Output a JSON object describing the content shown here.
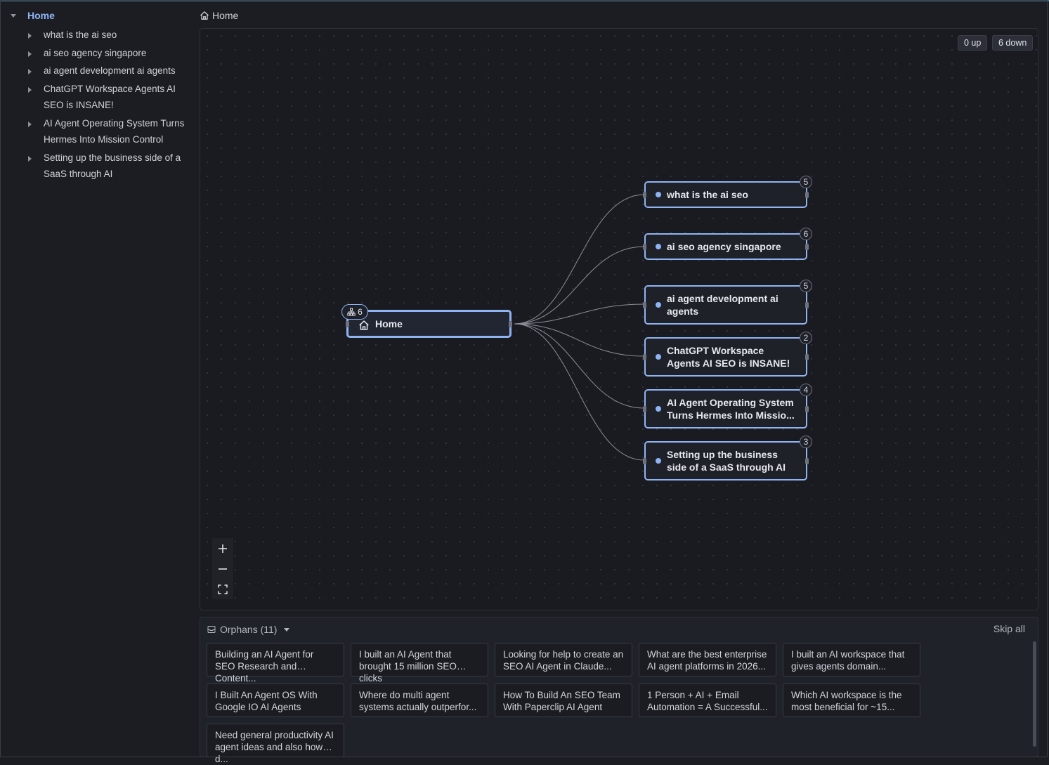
{
  "sidebar": {
    "root_label": "Home",
    "items": [
      {
        "label": "what is the ai seo"
      },
      {
        "label": "ai seo agency singapore"
      },
      {
        "label": "ai agent development ai agents"
      },
      {
        "label": "ChatGPT Workspace Agents AI SEO is INSANE!"
      },
      {
        "label": "AI Agent Operating System Turns Hermes Into Mission Control"
      },
      {
        "label": "Setting up the business side of a SaaS through AI"
      }
    ]
  },
  "breadcrumb": {
    "label": "Home",
    "icon": "home-icon"
  },
  "canvas": {
    "up_label": "0 up",
    "down_label": "6 down",
    "home": {
      "label": "Home",
      "child_count": "6",
      "icon": "home-icon"
    },
    "children": [
      {
        "label": "what is the ai seo",
        "count": "5"
      },
      {
        "label": "ai seo agency singapore",
        "count": "6"
      },
      {
        "label": "ai agent development ai agents",
        "count": "5"
      },
      {
        "label": "ChatGPT Workspace Agents AI SEO is INSANE!",
        "count": "2"
      },
      {
        "label": "AI Agent Operating System Turns Hermes Into Missio...",
        "count": "4"
      },
      {
        "label": "Setting up the business side of a SaaS through AI",
        "count": "3"
      }
    ],
    "zoom_controls": [
      "zoom-in-icon",
      "zoom-out-icon",
      "fit-view-icon"
    ]
  },
  "orphans": {
    "header": "Orphans (11)",
    "skip_label": "Skip all",
    "items": [
      {
        "label": "Building an AI Agent for SEO Research and Content..."
      },
      {
        "label": "I built an AI Agent that brought 15 million SEO clicks"
      },
      {
        "label": "Looking for help to create an SEO AI Agent in Claude..."
      },
      {
        "label": "What are the best enterprise AI agent platforms in 2026..."
      },
      {
        "label": "I built an AI workspace that gives agents domain..."
      },
      {
        "label": "I Built An Agent OS With Google IO AI Agents"
      },
      {
        "label": "Where do multi agent systems actually outperfor..."
      },
      {
        "label": "How To Build An SEO Team With Paperclip AI Agent"
      },
      {
        "label": "1 Person + AI + Email Automation = A Successful..."
      },
      {
        "label": "Which AI workspace is the most beneficial for ~15..."
      },
      {
        "label": "Need general productivity AI agent ideas and also how d..."
      }
    ]
  },
  "colors": {
    "accent": "#8fb4f5",
    "background": "#1c1d22",
    "node_border": "#90b4f2"
  }
}
